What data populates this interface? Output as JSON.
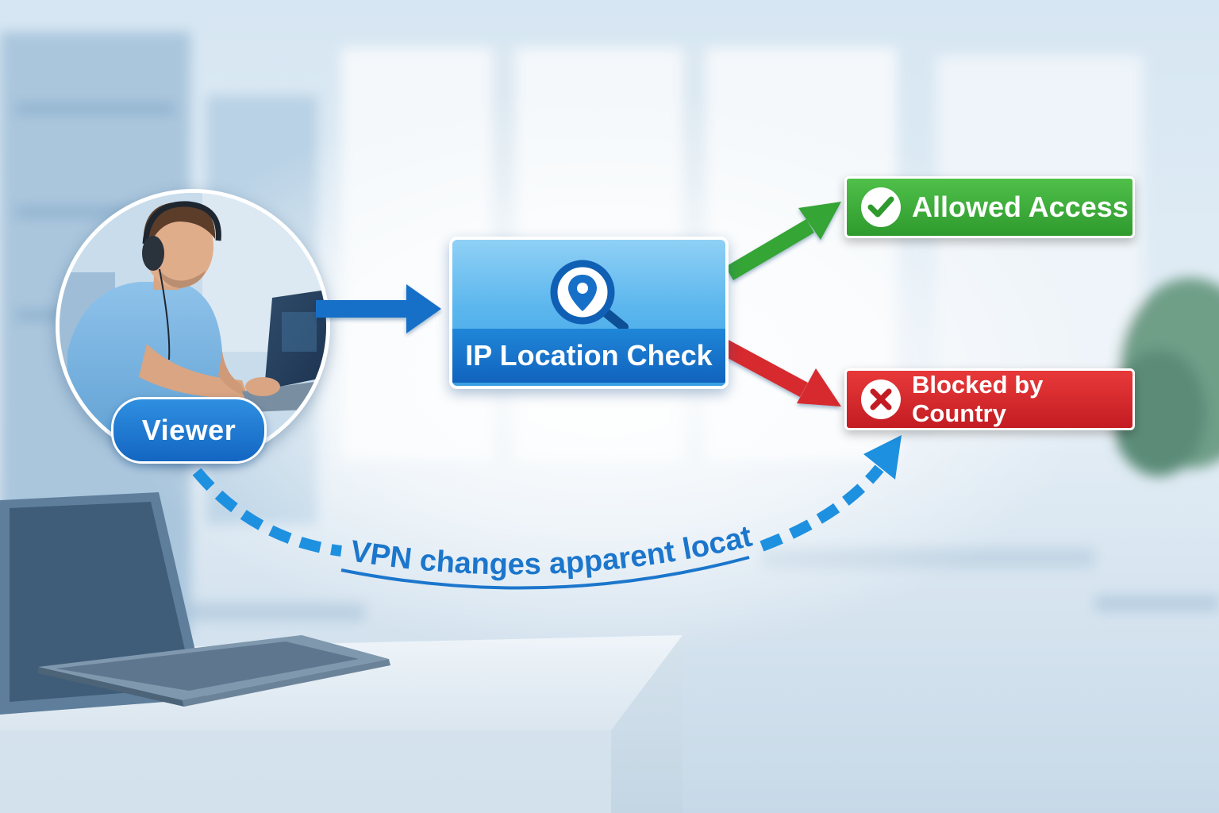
{
  "nodes": {
    "viewer": "Viewer",
    "check": "IP Location Check",
    "allowed": "Allowed Access",
    "blocked": "Blocked by Country"
  },
  "edges": {
    "vpn_label": "VPN changes apparent location"
  },
  "colors": {
    "primary_blue": "#1670c8",
    "light_blue": "#5db7ee",
    "allowed_green": "#36a534",
    "blocked_red": "#d62a2e",
    "vpn_dash_blue": "#1e90e0"
  },
  "icons": {
    "check_icon": "location-search-icon",
    "allowed_icon": "checkmark-icon",
    "blocked_icon": "x-mark-icon"
  }
}
